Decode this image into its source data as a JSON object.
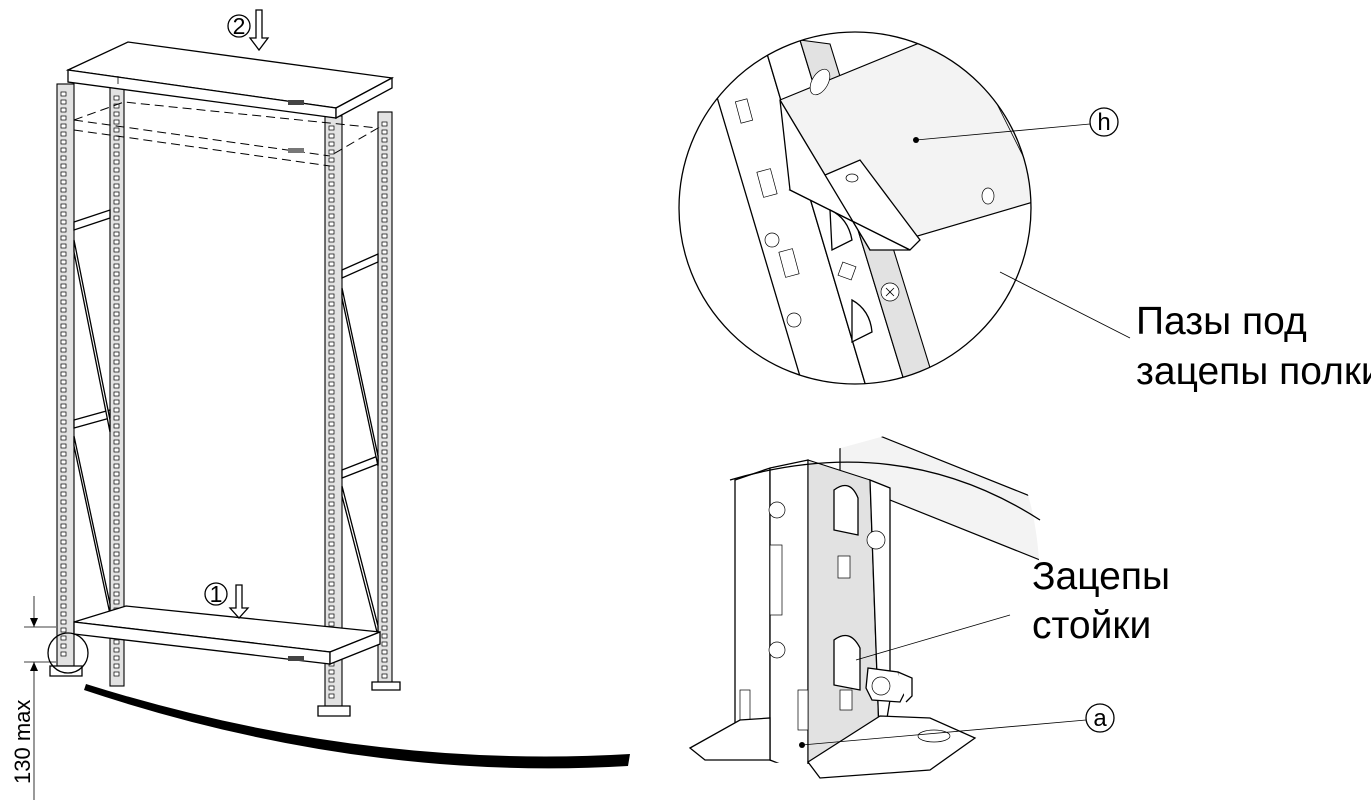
{
  "callouts": {
    "step_1": "1",
    "step_2": "2",
    "h": "h",
    "a": "a"
  },
  "labels": {
    "slots_line1": "Пазы под",
    "slots_line2": "зацепы полки",
    "hooks_line1": "Зацепы",
    "hooks_line2": "стойки",
    "dimension": "130 max"
  }
}
